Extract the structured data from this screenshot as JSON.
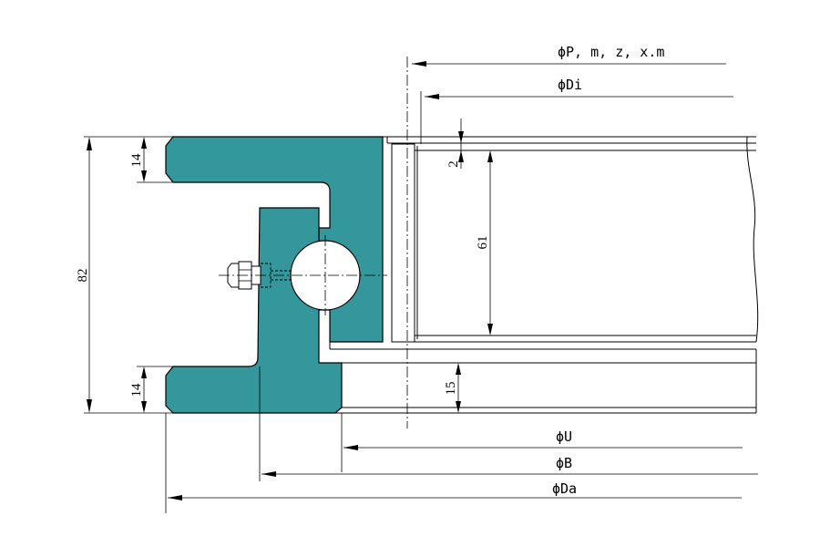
{
  "labels": {
    "pitch": "ϕP, m, z, x.m",
    "inner_dia": "ϕDi",
    "u_dia": "ϕU",
    "b_dia": "ϕB",
    "outer_dia": "ϕDa",
    "total_height": "82",
    "flange_top": "14",
    "flange_bottom": "14",
    "gear_gap": "2",
    "gear_height": "61",
    "lower_step": "15"
  },
  "colors": {
    "ring_fill": "#33979c",
    "line": "#000000"
  }
}
